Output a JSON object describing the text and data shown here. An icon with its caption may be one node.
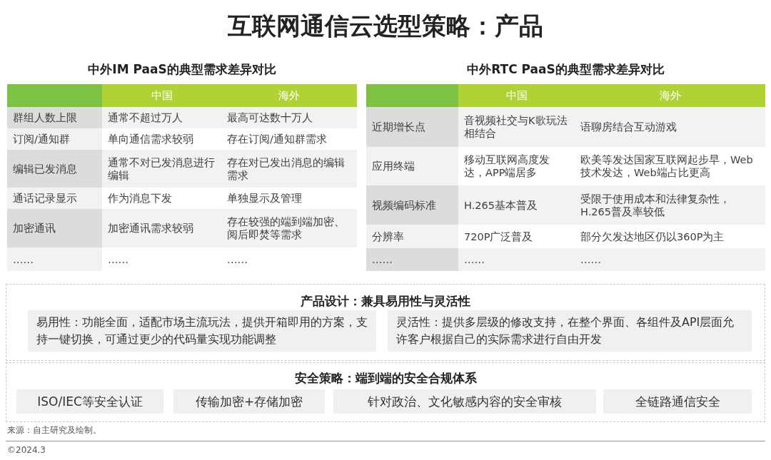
{
  "diagram": {
    "title": "互联网通信云选型策略：产品",
    "nodes": [
      {
        "text": [
          "产品设计：兼具易用性与灵活性"
        ]
      },
      {
        "text": [
          "易用性：功能全面，适配市场主流玩法，提供开箱即用的方案，支持一键切换，可通过更少的代码量实现功能调整"
        ],
        "in": 0
      },
      {
        "text": [
          "灵活性：提供多层级的修改支持，在整个界面、各组件及API层面允许客户根据自己的实际需求进行自由开发"
        ],
        "in": 0
      },
      {
        "text": [
          "安全策略：端到端的安全合规体系"
        ]
      },
      {
        "text": [
          "ISO/IEC等安全认证"
        ],
        "in": 3
      },
      {
        "text": [
          "传输加密+存储加密"
        ],
        "in": 3
      },
      {
        "text": [
          "针对政治、文化敏感内容的安全审核"
        ],
        "in": 3
      },
      {
        "text": [
          "全链路通信安全"
        ],
        "in": 3
      }
    ],
    "labels": [
      "中外IM PaaS的典型需求差异对比",
      "中国",
      "海外",
      "群组人数上限",
      "通常不超过万人",
      "最高可达数十万人",
      "订阅/通知群",
      "单向通信需求较弱",
      "存在订阅/通知群需求",
      "编辑已发消息",
      "通常不对已发消息进行编辑",
      "存在对已发出消息的编辑需求",
      "通话记录显示",
      "作为消息下发",
      "单独显示及管理",
      "加密通讯",
      "加密通讯需求较弱",
      "存在较强的端到端加密、阅后即焚等需求",
      "……",
      "……",
      "……",
      "中外RTC PaaS的典型需求差异对比",
      "中国",
      "海外",
      "近期增长点",
      "音视频社交与K歌玩法相结合",
      "语聊房结合互动游戏",
      "应用终端",
      "移动互联网高度发达，APP端居多",
      "欧美等发达国家互联网起步早，Web技术发达，Web端占比更高",
      "视频编码标准",
      "H.265基本普及",
      "受限于使用成本和法律复杂性，H.265普及率较低",
      "分辨率",
      "720P广泛普及",
      "部分欠发达地区仍以360P为主",
      "……",
      "……",
      "……",
      "来源：自主研究及绘制。",
      "©2024.3"
    ]
  }
}
